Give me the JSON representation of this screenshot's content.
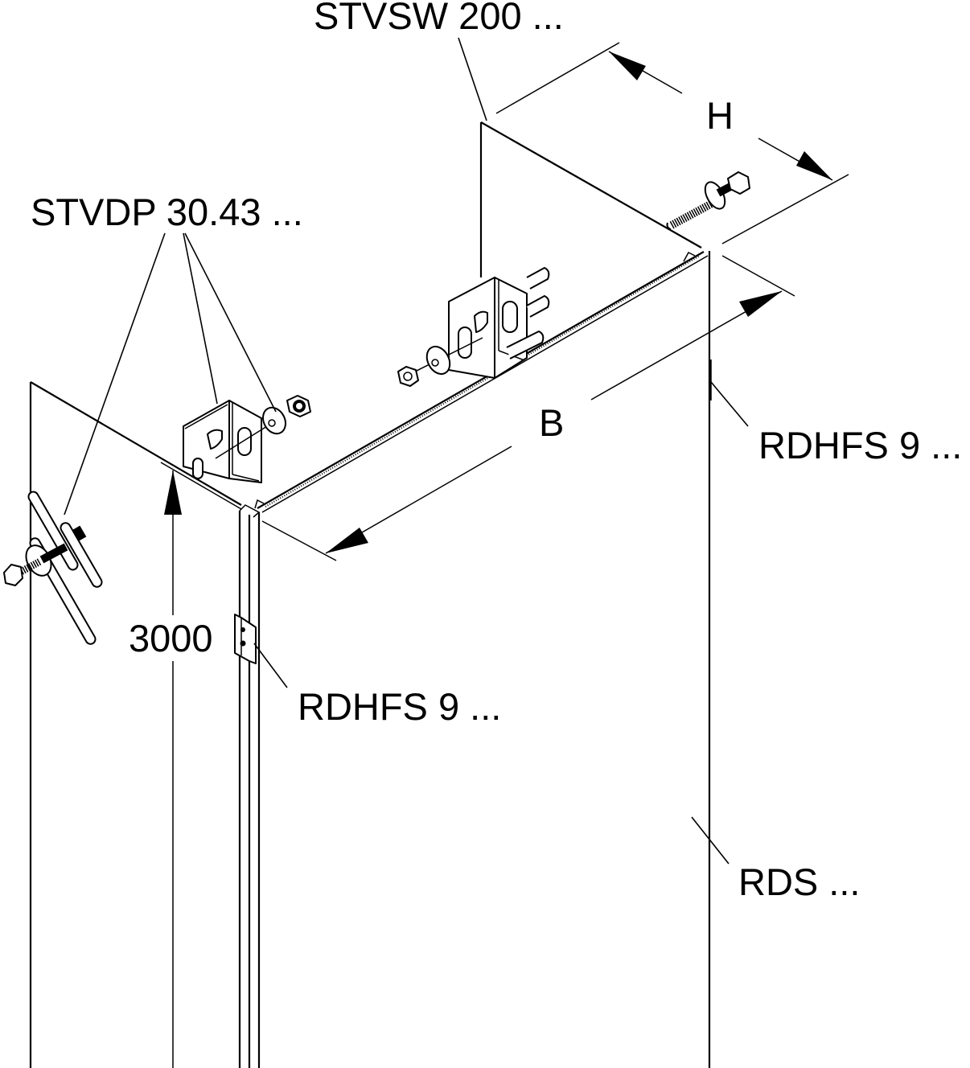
{
  "drawing": {
    "type": "isometric technical assembly drawing",
    "background": "#ffffff",
    "line_color": "#000000"
  },
  "labels": {
    "stvsw": "STVSW 200 ...",
    "stvdp": "STVDP 30.43 ...",
    "rdhfs_right": "RDHFS 9 ...",
    "rdhfs_left": "RDHFS 9 ...",
    "rds": "RDS ...",
    "dim_h": "H",
    "dim_b": "B",
    "dim_height": "3000"
  }
}
